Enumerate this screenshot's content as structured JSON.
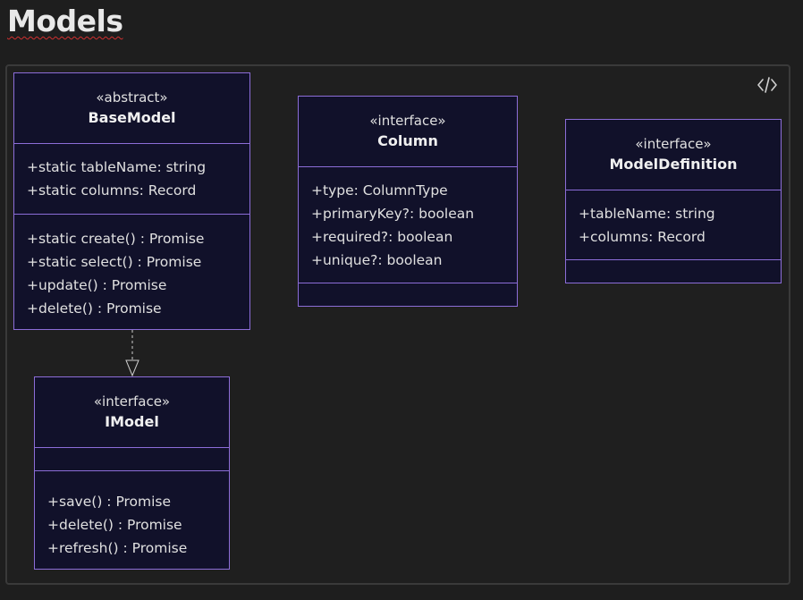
{
  "page": {
    "title": "Models"
  },
  "toolbar": {
    "code_toggle_icon": "code-brackets-icon"
  },
  "colors": {
    "background": "#1e1e1e",
    "class_fill": "#11112a",
    "class_border": "#8c6dd8",
    "text": "#e0e0e0",
    "arrow": "#cccccc"
  },
  "classes": {
    "base_model": {
      "stereotype": "«abstract»",
      "name": "BaseModel",
      "attributes": [
        "+static tableName: string",
        "+static columns: Record"
      ],
      "methods": [
        "+static create() : Promise",
        "+static select() : Promise",
        "+update() : Promise",
        "+delete() : Promise"
      ]
    },
    "column": {
      "stereotype": "«interface»",
      "name": "Column",
      "attributes": [
        "+type: ColumnType",
        "+primaryKey?: boolean",
        "+required?: boolean",
        "+unique?: boolean"
      ],
      "methods": []
    },
    "model_definition": {
      "stereotype": "«interface»",
      "name": "ModelDefinition",
      "attributes": [
        "+tableName: string",
        "+columns: Record"
      ],
      "methods": []
    },
    "imodel": {
      "stereotype": "«interface»",
      "name": "IModel",
      "attributes": [],
      "methods": [
        "+save() : Promise",
        "+delete() : Promise",
        "+refresh() : Promise"
      ]
    }
  },
  "relations": [
    {
      "from": "BaseModel",
      "to": "IModel",
      "type": "realization"
    }
  ]
}
